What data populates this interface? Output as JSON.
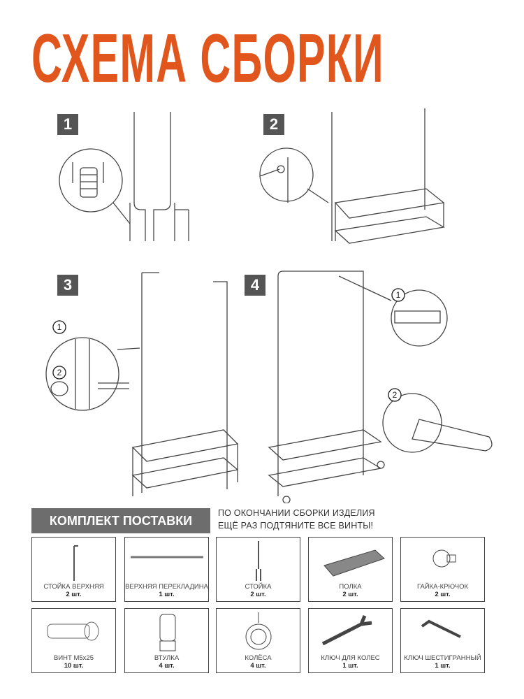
{
  "title": "СХЕМА СБОРКИ",
  "steps": [
    "1",
    "2",
    "3",
    "4"
  ],
  "callouts": [
    "1",
    "2"
  ],
  "kit": {
    "heading": "КОМПЛЕКТ ПОСТАВКИ",
    "note_line1": "ПО ОКОНЧАНИИ СБОРКИ ИЗДЕЛИЯ",
    "note_line2": "ЕЩЁ РАЗ ПОДТЯНИТЕ ВСЕ ВИНТЫ!",
    "parts": [
      {
        "name": "СТОЙКА ВЕРХНЯЯ",
        "qty": "2 шт."
      },
      {
        "name": "ВЕРХНЯЯ ПЕРЕКЛАДИНА",
        "qty": "1 шт."
      },
      {
        "name": "СТОЙКА",
        "qty": "2 шт."
      },
      {
        "name": "ПОЛКА",
        "qty": "2 шт."
      },
      {
        "name": "ГАЙКА-КРЮЧОК",
        "qty": "2 шт."
      },
      {
        "name": "ВИНТ М5x25",
        "qty": "10 шт."
      },
      {
        "name": "ВТУЛКА",
        "qty": "4 шт."
      },
      {
        "name": "КОЛЁСА",
        "qty": "4 шт."
      },
      {
        "name": "КЛЮЧ ДЛЯ КОЛЕС",
        "qty": "1 шт."
      },
      {
        "name": "КЛЮЧ ШЕСТИГРАННЫЙ",
        "qty": "1 шт."
      }
    ]
  },
  "colors": {
    "accent": "#e0561c",
    "step_bg": "#555555",
    "kit_bg": "#6d6d6d"
  }
}
